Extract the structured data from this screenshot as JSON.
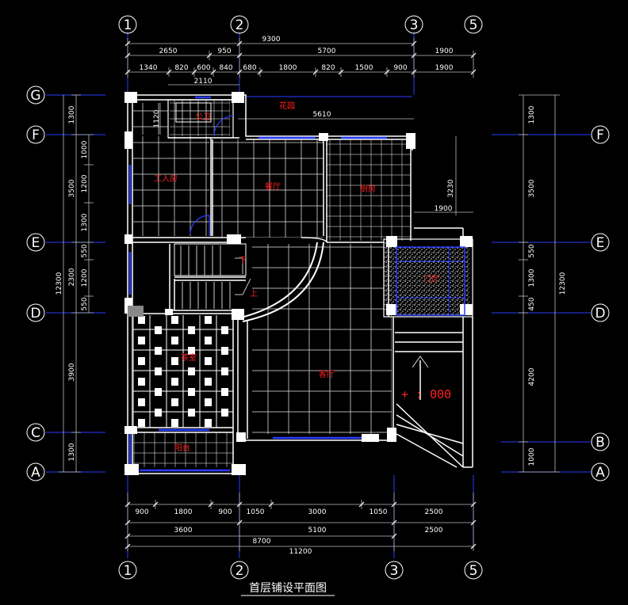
{
  "title": "首层铺设平面图",
  "colors": {
    "background": "#000000",
    "line": "#ffffff",
    "axis": "#2a3dff",
    "text_red": "#ff2020",
    "window": "#2a3dff",
    "dim_gray": "#bbbbbb"
  },
  "axis_bubbles": {
    "top": [
      "1",
      "2",
      "3",
      "5"
    ],
    "bottom": [
      "1",
      "2",
      "3",
      "5"
    ],
    "left": [
      "G",
      "F",
      "E",
      "D",
      "C",
      "A"
    ],
    "right": [
      "F",
      "E",
      "D",
      "B",
      "A"
    ]
  },
  "dims_top": {
    "total": "9300",
    "row1": [
      "2650",
      "950",
      "5700",
      "1900"
    ],
    "row2": [
      "1340",
      "820",
      "600",
      "840",
      "680",
      "1800",
      "820",
      "1500",
      "900",
      "1900"
    ]
  },
  "dims_bottom": {
    "row1": [
      "900",
      "1800",
      "900",
      "1050",
      "3000",
      "1050",
      "2500"
    ],
    "row2": [
      "3600",
      "5100",
      "2500"
    ],
    "row3": [
      "8700"
    ],
    "row4": [
      "11200"
    ]
  },
  "dims_left": {
    "outer": [
      "1300",
      "3500",
      "2300",
      "3900",
      "1300"
    ],
    "inner": [
      "1000",
      "1200",
      "1300",
      "550",
      "1200",
      "550"
    ],
    "total": "12300"
  },
  "dims_right": {
    "outer": [
      "1300",
      "3500",
      "1300",
      "4200",
      "1000"
    ],
    "inner": [
      "550",
      "450"
    ],
    "total": "12300"
  },
  "dims_interior": [
    "2110",
    "1120",
    "5610",
    "3230",
    "1900"
  ],
  "rooms": [
    "花园",
    "公卫",
    "工人房",
    "餐厅",
    "厨房",
    "门厅",
    "茶室",
    "客厅",
    "阳台"
  ],
  "stair_labels": [
    "下",
    "上"
  ],
  "elevation": "+ : 000"
}
